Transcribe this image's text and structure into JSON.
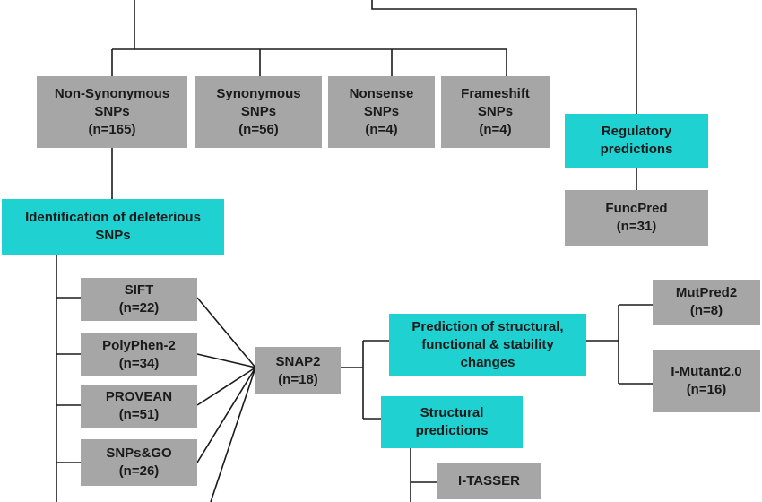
{
  "boxes": {
    "nonsyn": {
      "label": "Non-Synonymous",
      "sub": "SNPs",
      "count": "(n=165)"
    },
    "syn": {
      "label": "Synonymous",
      "sub": "SNPs",
      "count": "(n=56)"
    },
    "nonsense": {
      "label": "Nonsense",
      "sub": "SNPs",
      "count": "(n=4)"
    },
    "frameshift": {
      "label": "Frameshift",
      "sub": "SNPs",
      "count": "(n=4)"
    },
    "regulatory": {
      "label": "Regulatory",
      "sub": "predictions"
    },
    "funcpred": {
      "label": "FuncPred",
      "count": "(n=31)"
    },
    "deleterious": {
      "label": "Identification of deleterious",
      "sub": "SNPs"
    },
    "sift": {
      "label": "SIFT",
      "count": "(n=22)"
    },
    "polyphen": {
      "label": "PolyPhen-2",
      "count": "(n=34)"
    },
    "provean": {
      "label": "PROVEAN",
      "count": "(n=51)"
    },
    "snpsgo": {
      "label": "SNPs&GO",
      "count": "(n=26)"
    },
    "snap2": {
      "label": "SNAP2",
      "count": "(n=18)"
    },
    "struct_func": {
      "label": "Prediction of structural,",
      "sub": "functional & stability",
      "sub2": "changes"
    },
    "structural": {
      "label": "Structural",
      "sub": "predictions"
    },
    "itasser": {
      "label": "I-TASSER"
    },
    "mutpred2": {
      "label": "MutPred2",
      "count": "(n=8)"
    },
    "imutant": {
      "label": "I-Mutant2.0",
      "count": "(n=16)"
    }
  },
  "colors": {
    "gray_box": "#a6a6a6",
    "cyan_box": "#1fd1d1",
    "line": "#1a1a1a"
  }
}
